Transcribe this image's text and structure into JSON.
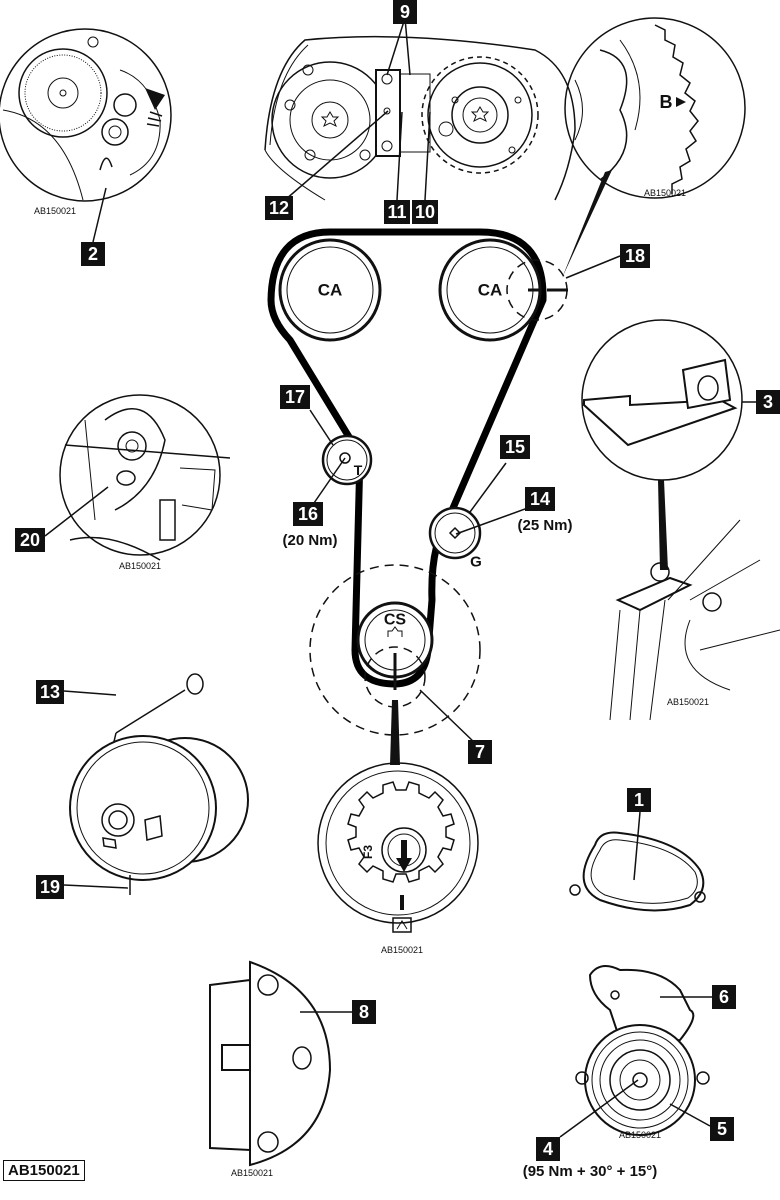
{
  "diagram": {
    "title": "Timing belt installation diagram",
    "reference_code": "AB150021",
    "inset_reference": "AB150021",
    "pulleys": {
      "camshaft_left": "CA",
      "camshaft_right": "CA",
      "tensioner": "T",
      "guide": "G",
      "crankshaft": "CS"
    },
    "inset_labels": {
      "cam_mark": "B",
      "crank_mark": "F3"
    },
    "callouts": {
      "c1": "1",
      "c2": "2",
      "c3": "3",
      "c4": "4",
      "c5": "5",
      "c6": "6",
      "c7": "7",
      "c8": "8",
      "c9": "9",
      "c10": "10",
      "c11": "11",
      "c12": "12",
      "c13": "13",
      "c14": "14",
      "c15": "15",
      "c16": "16",
      "c17": "17",
      "c18": "18",
      "c19": "19",
      "c20": "20"
    },
    "torques": {
      "tensioner_bolt": "(20 Nm)",
      "guide_bolt": "(25 Nm)",
      "crank_bolt": "(95 Nm + 30° + 15°)"
    }
  }
}
